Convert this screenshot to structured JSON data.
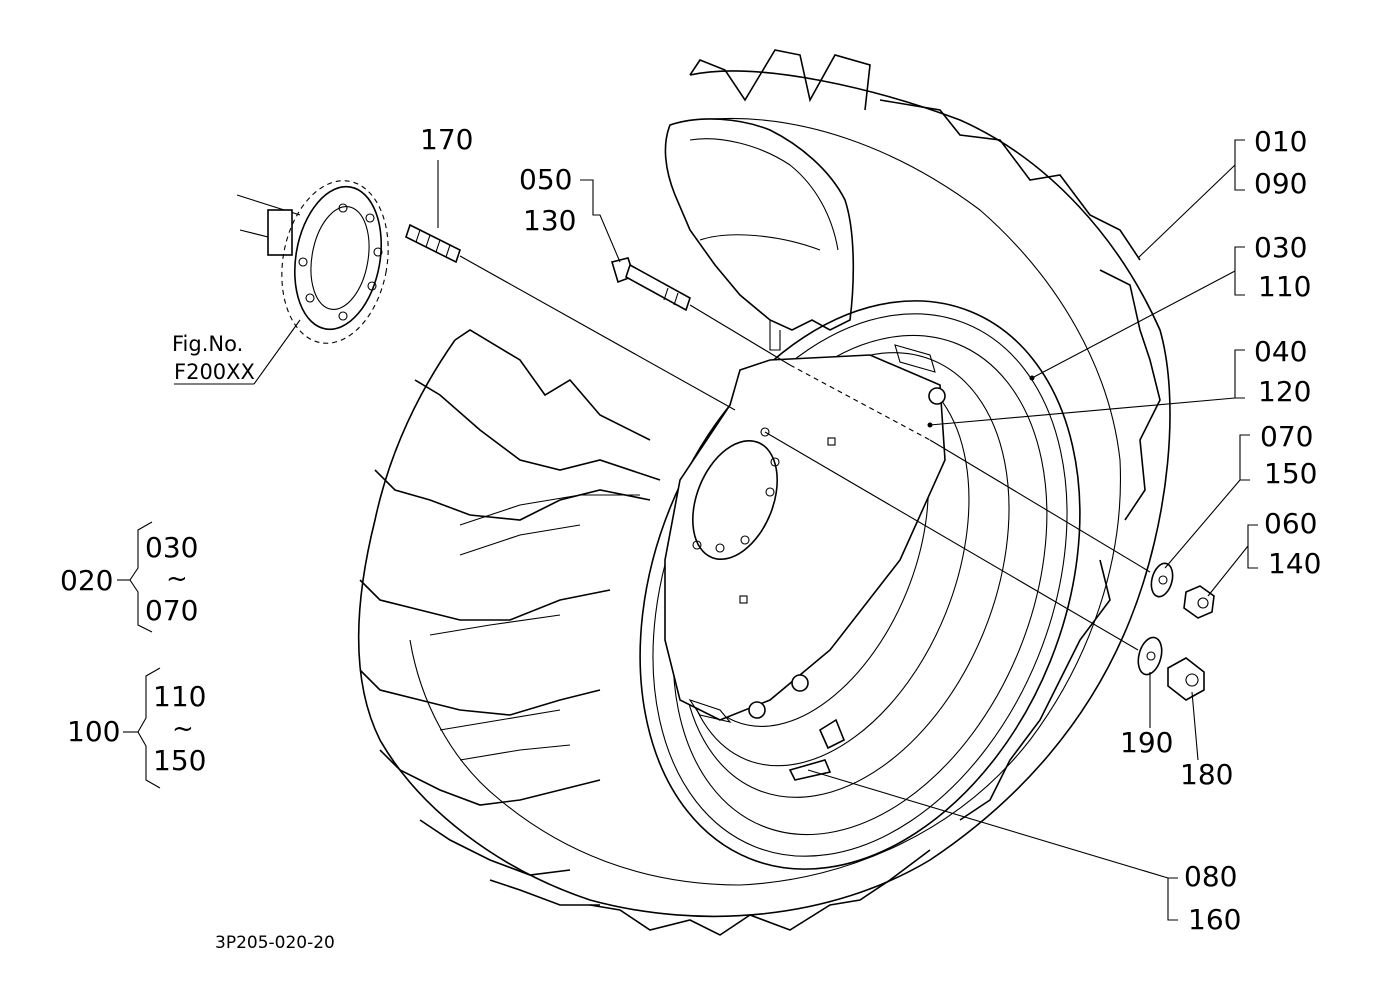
{
  "figure": {
    "drawing_code": "3P205-020-20",
    "fig_ref": {
      "line1": "Fig.No.",
      "line2": "F200XX"
    }
  },
  "callouts": {
    "c170": "170",
    "c050": "050",
    "c130": "130",
    "c010": "010",
    "c090": "090",
    "c030": "030",
    "c110": "110",
    "c040": "040",
    "c120": "120",
    "c070": "070",
    "c150": "150",
    "c060": "060",
    "c140": "140",
    "c190": "190",
    "c180": "180",
    "c080": "080",
    "c160": "160"
  },
  "groups": {
    "g020": {
      "id": "020",
      "from": "030",
      "sep": "~",
      "to": "070"
    },
    "g100": {
      "id": "100",
      "from": "110",
      "sep": "~",
      "to": "150"
    }
  }
}
